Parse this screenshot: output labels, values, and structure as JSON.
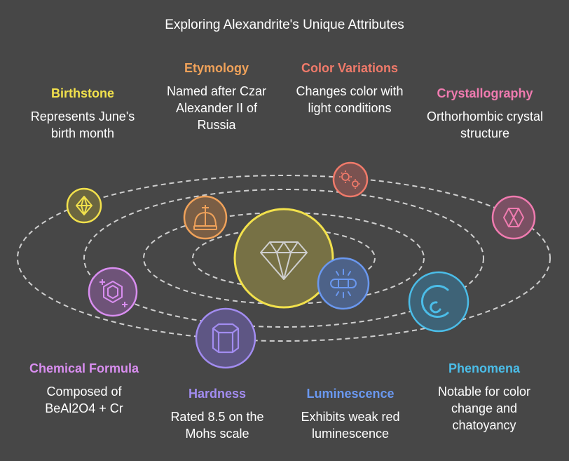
{
  "title": "Exploring Alexandrite's Unique Attributes",
  "center": {
    "icon": "diamond-icon",
    "color": "#f2e14c"
  },
  "attributes": [
    {
      "id": "birthstone",
      "name": "Birthstone",
      "desc": "Represents June's birth month",
      "icon": "gem-icon",
      "color": "#f2e14c"
    },
    {
      "id": "etymology",
      "name": "Etymology",
      "desc": "Named after Czar Alexander II of Russia",
      "icon": "crown-icon",
      "color": "#f0a25a"
    },
    {
      "id": "color-variations",
      "name": "Color Variations",
      "desc": "Changes color with light conditions",
      "icon": "sun-gear-icon",
      "color": "#f07a6a"
    },
    {
      "id": "crystallography",
      "name": "Crystallography",
      "desc": "Orthorhombic crystal structure",
      "icon": "hexagon-crystal-icon",
      "color": "#f07bb0"
    },
    {
      "id": "chemical-formula",
      "name": "Chemical Formula",
      "desc": "Composed of BeAl2O4 + Cr",
      "icon": "sparkle-gem-icon",
      "color": "#d98ef0"
    },
    {
      "id": "hardness",
      "name": "Hardness",
      "desc": "Rated 8.5 on the Mohs scale",
      "icon": "prism-icon",
      "color": "#a28cf0"
    },
    {
      "id": "luminescence",
      "name": "Luminescence",
      "desc": "Exhibits weak red luminescence",
      "icon": "glow-bar-icon",
      "color": "#6a98f0"
    },
    {
      "id": "phenomena",
      "name": "Phenomena",
      "desc": "Notable for color change and chatoyancy",
      "icon": "swirl-icon",
      "color": "#4bbde8"
    }
  ]
}
